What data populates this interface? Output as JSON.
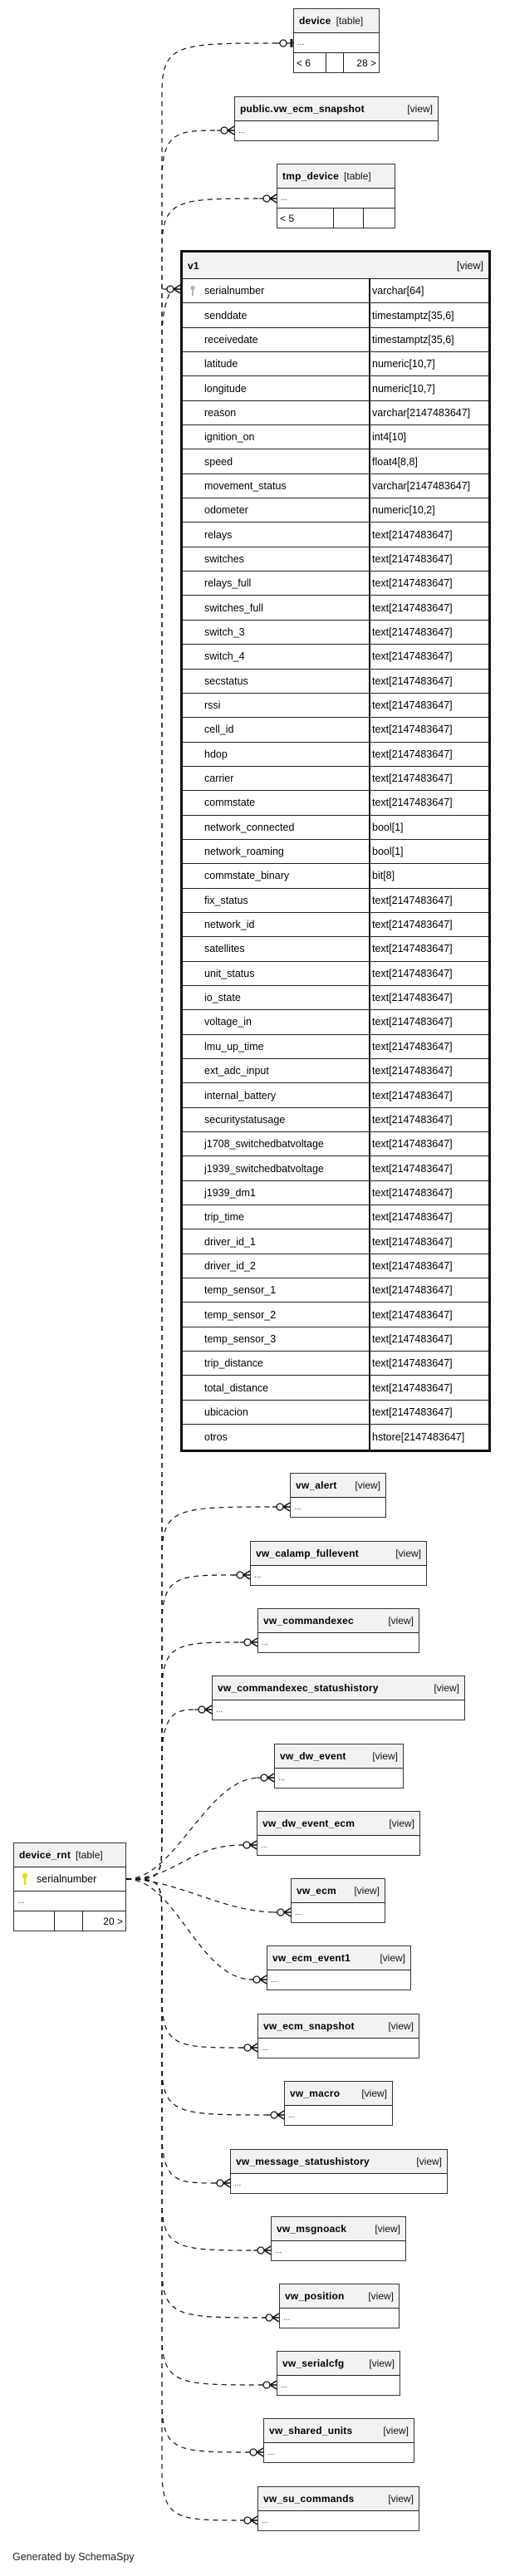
{
  "top_tables": {
    "device": {
      "name": "device",
      "kind": "[table]",
      "body": "...",
      "footer": [
        "< 6",
        "",
        "28 >"
      ]
    },
    "public_vw_ecm_snapshot": {
      "name": "public.vw_ecm_snapshot",
      "kind": "[view]",
      "body": "..."
    },
    "tmp_device": {
      "name": "tmp_device",
      "kind": "[table]",
      "body": "...",
      "footer": [
        "< 5",
        "",
        ""
      ]
    }
  },
  "v1": {
    "name": "v1",
    "kind": "[view]",
    "key_icon": "key-icon-grey",
    "columns": [
      {
        "name": "serialnumber",
        "type": "varchar[64]"
      },
      {
        "name": "senddate",
        "type": "timestamptz[35,6]"
      },
      {
        "name": "receivedate",
        "type": "timestamptz[35,6]"
      },
      {
        "name": "latitude",
        "type": "numeric[10,7]"
      },
      {
        "name": "longitude",
        "type": "numeric[10,7]"
      },
      {
        "name": "reason",
        "type": "varchar[2147483647]"
      },
      {
        "name": "ignition_on",
        "type": "int4[10]"
      },
      {
        "name": "speed",
        "type": "float4[8,8]"
      },
      {
        "name": "movement_status",
        "type": "varchar[2147483647]"
      },
      {
        "name": "odometer",
        "type": "numeric[10,2]"
      },
      {
        "name": "relays",
        "type": "text[2147483647]"
      },
      {
        "name": "switches",
        "type": "text[2147483647]"
      },
      {
        "name": "relays_full",
        "type": "text[2147483647]"
      },
      {
        "name": "switches_full",
        "type": "text[2147483647]"
      },
      {
        "name": "switch_3",
        "type": "text[2147483647]"
      },
      {
        "name": "switch_4",
        "type": "text[2147483647]"
      },
      {
        "name": "secstatus",
        "type": "text[2147483647]"
      },
      {
        "name": "rssi",
        "type": "text[2147483647]"
      },
      {
        "name": "cell_id",
        "type": "text[2147483647]"
      },
      {
        "name": "hdop",
        "type": "text[2147483647]"
      },
      {
        "name": "carrier",
        "type": "text[2147483647]"
      },
      {
        "name": "commstate",
        "type": "text[2147483647]"
      },
      {
        "name": "network_connected",
        "type": "bool[1]"
      },
      {
        "name": "network_roaming",
        "type": "bool[1]"
      },
      {
        "name": "commstate_binary",
        "type": "bit[8]"
      },
      {
        "name": "fix_status",
        "type": "text[2147483647]"
      },
      {
        "name": "network_id",
        "type": "text[2147483647]"
      },
      {
        "name": "satellites",
        "type": "text[2147483647]"
      },
      {
        "name": "unit_status",
        "type": "text[2147483647]"
      },
      {
        "name": "io_state",
        "type": "text[2147483647]"
      },
      {
        "name": "voltage_in",
        "type": "text[2147483647]"
      },
      {
        "name": "lmu_up_time",
        "type": "text[2147483647]"
      },
      {
        "name": "ext_adc_input",
        "type": "text[2147483647]"
      },
      {
        "name": "internal_battery",
        "type": "text[2147483647]"
      },
      {
        "name": "securitystatusage",
        "type": "text[2147483647]"
      },
      {
        "name": "j1708_switchedbatvoltage",
        "type": "text[2147483647]"
      },
      {
        "name": "j1939_switchedbatvoltage",
        "type": "text[2147483647]"
      },
      {
        "name": "j1939_dm1",
        "type": "text[2147483647]"
      },
      {
        "name": "trip_time",
        "type": "text[2147483647]"
      },
      {
        "name": "driver_id_1",
        "type": "text[2147483647]"
      },
      {
        "name": "driver_id_2",
        "type": "text[2147483647]"
      },
      {
        "name": "temp_sensor_1",
        "type": "text[2147483647]"
      },
      {
        "name": "temp_sensor_2",
        "type": "text[2147483647]"
      },
      {
        "name": "temp_sensor_3",
        "type": "text[2147483647]"
      },
      {
        "name": "trip_distance",
        "type": "text[2147483647]"
      },
      {
        "name": "total_distance",
        "type": "text[2147483647]"
      },
      {
        "name": "ubicacion",
        "type": "text[2147483647]"
      },
      {
        "name": "otros",
        "type": "hstore[2147483647]"
      }
    ]
  },
  "device_rnt": {
    "name": "device_rnt",
    "kind": "[table]",
    "pk_column": "serialnumber",
    "key_icon": "key-icon-yellow",
    "body": "...",
    "footer": [
      "",
      "",
      "20 >"
    ]
  },
  "views": [
    {
      "name": "vw_alert",
      "kind": "[view]",
      "body": "..."
    },
    {
      "name": "vw_calamp_fullevent",
      "kind": "[view]",
      "body": "..."
    },
    {
      "name": "vw_commandexec",
      "kind": "[view]",
      "body": "..."
    },
    {
      "name": "vw_commandexec_statushistory",
      "kind": "[view]",
      "body": "..."
    },
    {
      "name": "vw_dw_event",
      "kind": "[view]",
      "body": "..."
    },
    {
      "name": "vw_dw_event_ecm",
      "kind": "[view]",
      "body": "..."
    },
    {
      "name": "vw_ecm",
      "kind": "[view]",
      "body": "..."
    },
    {
      "name": "vw_ecm_event1",
      "kind": "[view]",
      "body": "..."
    },
    {
      "name": "vw_ecm_snapshot",
      "kind": "[view]",
      "body": "..."
    },
    {
      "name": "vw_macro",
      "kind": "[view]",
      "body": "..."
    },
    {
      "name": "vw_message_statushistory",
      "kind": "[view]",
      "body": "..."
    },
    {
      "name": "vw_msgnoack",
      "kind": "[view]",
      "body": "..."
    },
    {
      "name": "vw_position",
      "kind": "[view]",
      "body": "..."
    },
    {
      "name": "vw_serialcfg",
      "kind": "[view]",
      "body": "..."
    },
    {
      "name": "vw_shared_units",
      "kind": "[view]",
      "body": "..."
    },
    {
      "name": "vw_su_commands",
      "kind": "[view]",
      "body": "..."
    }
  ],
  "colors": {
    "header_bg": "#f2f2f2",
    "border": "#333333",
    "pk_key": "#e0e000",
    "fk_key": "#b0b0b0"
  },
  "footer": "Generated by SchemaSpy"
}
